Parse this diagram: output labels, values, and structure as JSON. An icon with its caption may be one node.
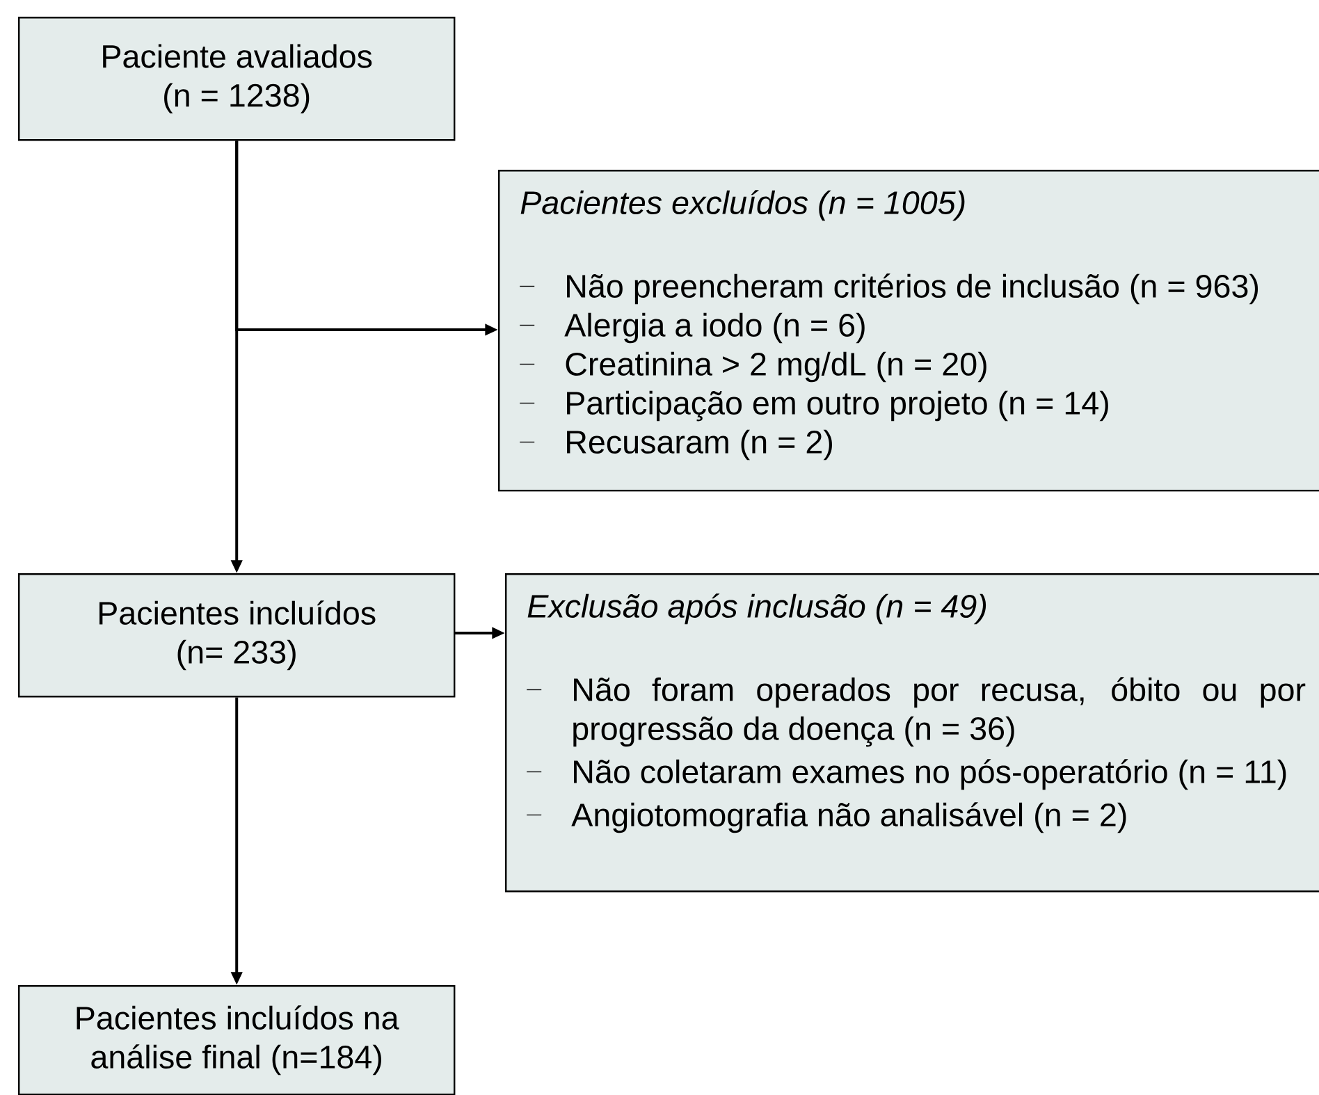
{
  "diagram": {
    "nodes": [
      {
        "text": [
          "Paciente avaliados (n = 1238)"
        ]
      },
      {
        "text": [
          "Pacientes excluídos (n = 1005)",
          "Não preencheram critérios de inclusão (n = 963)",
          "Alergia a iodo (n = 6)",
          "Creatinina > 2 mg/dL (n = 20)",
          "Participação em outro projeto (n = 14)",
          "Recusaram (n = 2)"
        ]
      },
      {
        "text": [
          "Pacientes incluídos (n= 233)"
        ]
      },
      {
        "text": [
          "Exclusão após inclusão (n = 49)",
          "Não foram operados por recusa, óbito ou por progressão da doença (n = 36)",
          "Não coletaram exames no pós-operatório (n = 11)",
          "Angiotomografia não analisável (n = 2)"
        ]
      },
      {
        "text": [
          "Pacientes incluídos na análise final (n=184)"
        ]
      }
    ],
    "edges": [
      {
        "from": 0,
        "to": 1,
        "arrow": "to"
      },
      {
        "from": 0,
        "to": 2,
        "arrow": "to"
      },
      {
        "from": 2,
        "to": 3,
        "arrow": "to"
      },
      {
        "from": 2,
        "to": 4,
        "arrow": "to"
      }
    ]
  }
}
